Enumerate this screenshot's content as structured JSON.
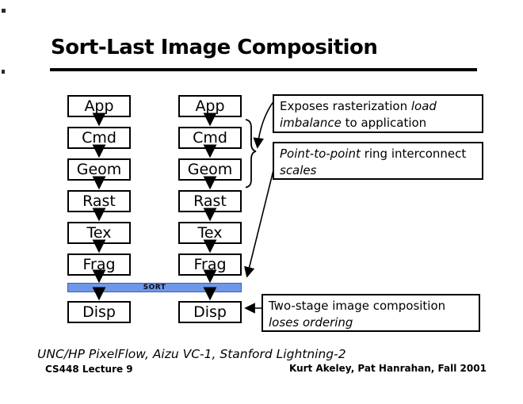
{
  "slide": {
    "title": "Sort-Last Image Composition",
    "pipeline_stages": [
      "App",
      "Cmd",
      "Geom",
      "Rast",
      "Tex",
      "Frag"
    ],
    "final_stage": "Disp",
    "sort_label": "SORT",
    "colors": {
      "sort_bar_fill": "#6F97E8",
      "sort_bar_border": "#3C5EC0",
      "ink": "#000000"
    },
    "callouts": [
      {
        "name": "load-imbalance",
        "lines": [
          [
            {
              "text": "Exposes rasterization ",
              "italic": false
            },
            {
              "text": "load",
              "italic": true
            }
          ],
          [
            {
              "text": "imbalance",
              "italic": true
            },
            {
              "text": " to application",
              "italic": false
            }
          ]
        ]
      },
      {
        "name": "ring-interconnect",
        "lines": [
          [
            {
              "text": "Point-to-point",
              "italic": true
            },
            {
              "text": " ring interconnect",
              "italic": false
            }
          ],
          [
            {
              "text": "scales",
              "italic": true
            }
          ]
        ]
      },
      {
        "name": "two-stage-composition",
        "lines": [
          [
            {
              "text": "Two-stage image composition",
              "italic": false
            }
          ],
          [
            {
              "text": "loses ordering",
              "italic": true
            }
          ]
        ]
      }
    ],
    "footer": {
      "systems": "UNC/HP PixelFlow, Aizu VC-1, Stanford Lightning-2",
      "course": "CS448 Lecture 9",
      "credits": "Kurt Akeley, Pat Hanrahan, Fall 2001"
    }
  }
}
